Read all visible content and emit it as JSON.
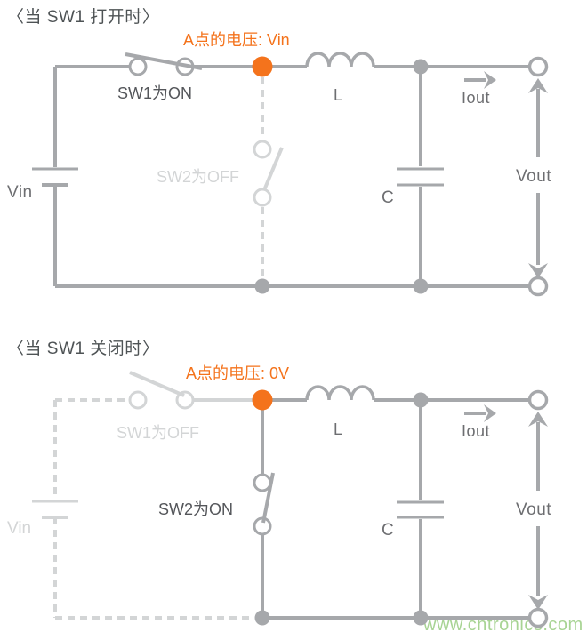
{
  "colors": {
    "background": "#ffffff",
    "wire_active": "#a6a8ab",
    "wire_inactive": "#d3d5d6",
    "accent_orange": "#f4731c",
    "component_label_gray": "#6d6e71",
    "switch_label_dark": "#54565a",
    "title_gray": "#4e5355",
    "watermark_green": "#a8d494"
  },
  "watermark": "www.cntronics.com",
  "panels": [
    {
      "title": "〈当 SW1 打开时〉",
      "point_a_label": "A点的电压: Vin",
      "sw1_label": "SW1为ON",
      "sw2_label": "SW2为OFF",
      "source_label": "Vin",
      "inductor_label": "L",
      "capacitor_label": "C",
      "output_current_label": "Iout",
      "output_voltage_label": "Vout"
    },
    {
      "title": "〈当 SW1 关闭时〉",
      "point_a_label": "A点的电压: 0V",
      "sw1_label": "SW1为OFF",
      "sw2_label": "SW2为ON",
      "source_label": "Vin",
      "inductor_label": "L",
      "capacitor_label": "C",
      "output_current_label": "Iout",
      "output_voltage_label": "Vout"
    }
  ]
}
